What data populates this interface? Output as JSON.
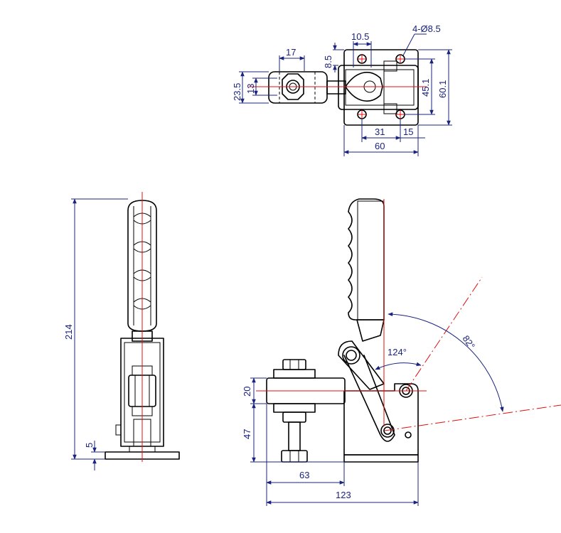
{
  "dimensions": {
    "top_width_10_5": "10.5",
    "top_holes": "4-Ø8.5",
    "top_17": "17",
    "top_8_5": "8.5",
    "top_23_5": "23.5",
    "top_13": "13",
    "top_45_1": "45.1",
    "top_60_1": "60.1",
    "top_31": "31",
    "top_15": "15",
    "top_60": "60",
    "front_214": "214",
    "front_5": "5",
    "side_20": "20",
    "side_47": "47",
    "side_63": "63",
    "side_123": "123",
    "angle_124": "124°",
    "angle_82": "82°"
  },
  "colors": {
    "dimension": "#1a237e",
    "centerline": "#e01010",
    "outline": "#000000"
  }
}
